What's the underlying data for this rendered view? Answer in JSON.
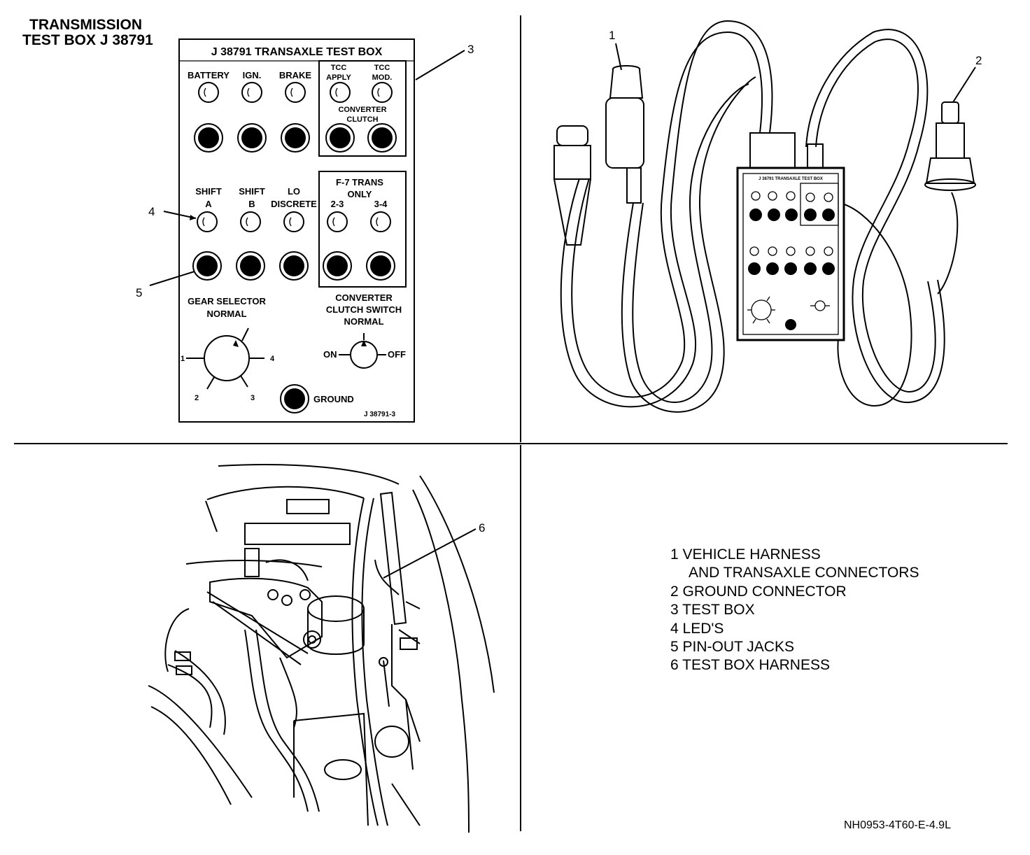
{
  "panel_title": [
    "TRANSMISSION",
    "TEST BOX J 38791"
  ],
  "test_box": {
    "title": "J 38791 TRANSAXLE TEST BOX",
    "leds_top": [
      "BATTERY",
      "IGN.",
      "BRAKE"
    ],
    "tcc_apply": [
      "TCC",
      "APPLY"
    ],
    "tcc_mod": [
      "TCC",
      "MOD."
    ],
    "converter_clutch": [
      "CONVERTER",
      "CLUTCH"
    ],
    "shift_a": [
      "SHIFT",
      "A"
    ],
    "shift_b": [
      "SHIFT",
      "B"
    ],
    "lo_discrete": [
      "LO",
      "DISCRETE"
    ],
    "f7_trans": [
      "F-7 TRANS",
      "ONLY"
    ],
    "f7_labels": [
      "2-3",
      "3-4"
    ],
    "gear_selector": [
      "GEAR SELECTOR",
      "NORMAL"
    ],
    "gear_positions": [
      "1",
      "2",
      "3",
      "4"
    ],
    "converter_switch": [
      "CONVERTER",
      "CLUTCH SWITCH",
      "NORMAL"
    ],
    "switch_on": "ON",
    "switch_off": "OFF",
    "ground": "GROUND",
    "part_no": "J 38791-3"
  },
  "callouts": [
    "1",
    "2",
    "3",
    "4",
    "5",
    "6"
  ],
  "legend": [
    "1  VEHICLE HARNESS",
    "AND TRANSAXLE CONNECTORS",
    "2  GROUND CONNECTOR",
    "3  TEST BOX",
    "4  LED'S",
    "5  PIN-OUT JACKS",
    "6  TEST BOX HARNESS"
  ],
  "mini_box_title": "J 38791 TRANSAXLE TEST BOX",
  "figure_code": "NH0953-4T60-E-4.9L"
}
